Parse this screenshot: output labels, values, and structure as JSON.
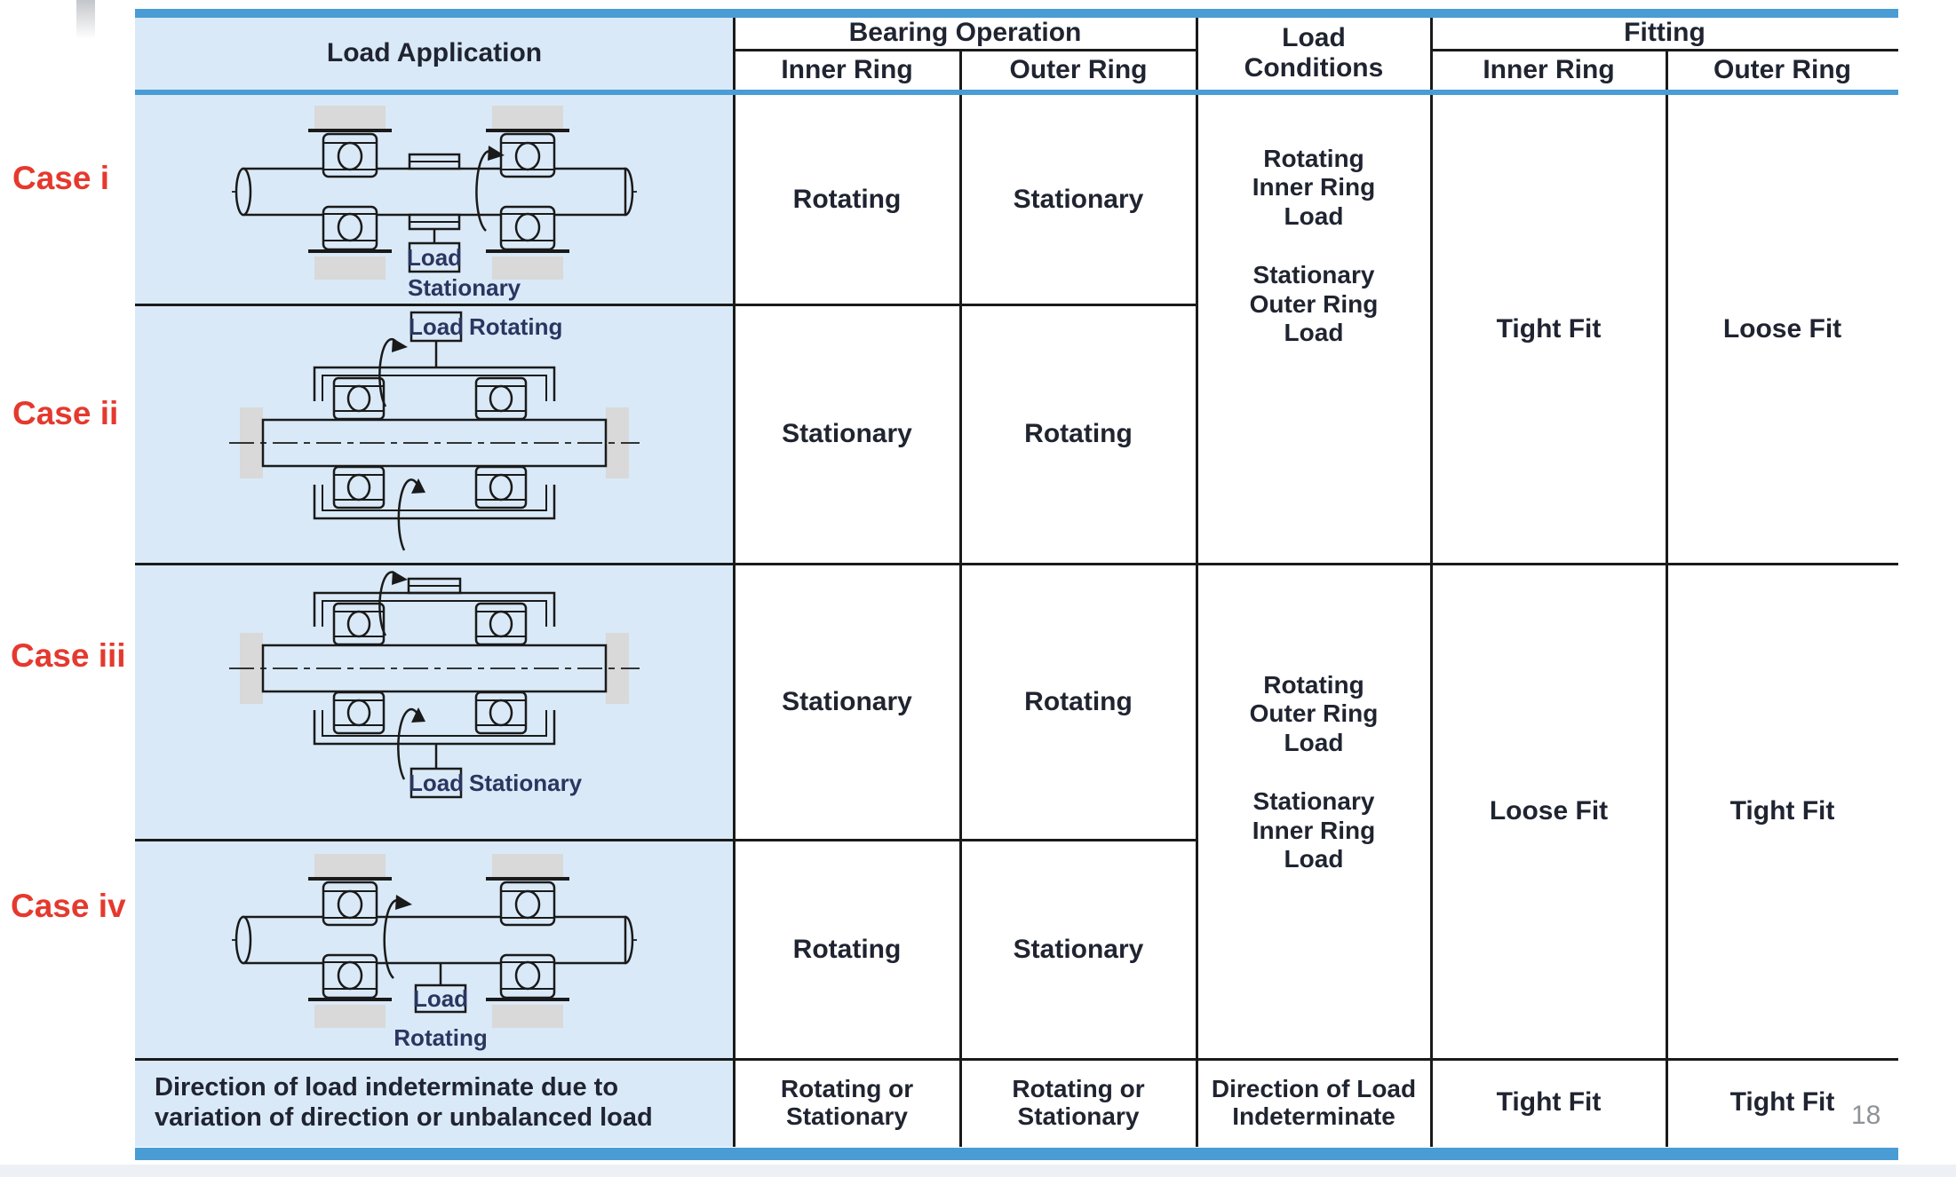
{
  "page_number": "18",
  "header": {
    "load_application": "Load Application",
    "bearing_operation": "Bearing Operation",
    "inner_ring": "Inner Ring",
    "outer_ring": "Outer Ring",
    "load_conditions": "Load Conditions",
    "fitting": "Fitting"
  },
  "cases": [
    {
      "label": "Case i",
      "bearing_inner": "Rotating",
      "bearing_outer": "Stationary",
      "load_label": "Load",
      "load_state": "Stationary"
    },
    {
      "label": "Case ii",
      "bearing_inner": "Stationary",
      "bearing_outer": "Rotating",
      "load_label": "Load",
      "load_state": "Rotating"
    },
    {
      "label": "Case iii",
      "bearing_inner": "Stationary",
      "bearing_outer": "Rotating",
      "load_label": "Load",
      "load_state": "Stationary"
    },
    {
      "label": "Case iv",
      "bearing_inner": "Rotating",
      "bearing_outer": "Stationary",
      "load_label": "Load",
      "load_state": "Rotating"
    }
  ],
  "groups": [
    {
      "load_condition_1": "Rotating Inner Ring Load",
      "load_condition_2": "Stationary Outer Ring Load",
      "fit_inner": "Tight Fit",
      "fit_outer": "Loose Fit"
    },
    {
      "load_condition_1": "Rotating Outer Ring Load",
      "load_condition_2": "Stationary Inner Ring Load",
      "fit_inner": "Loose Fit",
      "fit_outer": "Tight Fit"
    }
  ],
  "bottom_row": {
    "description": "Direction of load indeterminate due to variation of direction or unbalanced load",
    "bearing_inner": "Rotating or Stationary",
    "bearing_outer": "Rotating or Stationary",
    "load_condition": "Direction of Load Indeterminate",
    "fit_inner": "Tight Fit",
    "fit_outer": "Tight Fit"
  },
  "colors": {
    "accent_blue": "#4a9cd4",
    "light_blue": "#d9e9f7",
    "case_label_red": "#e5392e",
    "line_black": "#1a1a1a",
    "diagram_label_navy": "#2b3560",
    "page_number_gray": "#8f9296"
  }
}
